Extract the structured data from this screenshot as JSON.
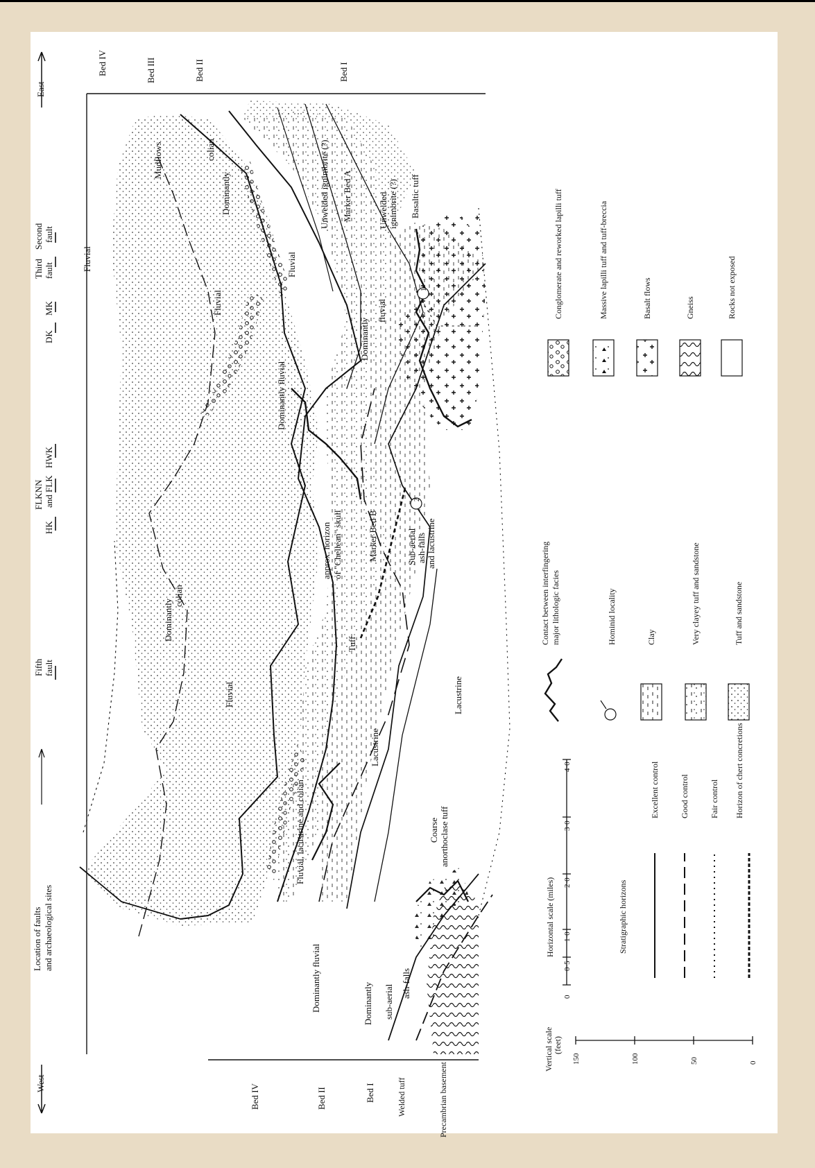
{
  "header": {
    "west_label": "West",
    "east_label": "East",
    "sites_label_1": "Location of faults",
    "sites_label_2": "and archaeological sites"
  },
  "faults": [
    {
      "name": "Fifth",
      "name2": "fault"
    },
    {
      "name": "HK",
      "name2": ""
    },
    {
      "name": "FLKNN",
      "name2": "and FLK"
    },
    {
      "name": "HWK",
      "name2": ""
    },
    {
      "name": "DK",
      "name2": ""
    },
    {
      "name": "MK",
      "name2": ""
    },
    {
      "name": "Third",
      "name2": "fault"
    },
    {
      "name": "Second",
      "name2": "fault"
    }
  ],
  "west_beds": [
    "Bed IV",
    "Bed II",
    "Bed I",
    "Welded tuff",
    "Precambrian basement"
  ],
  "east_beds": [
    "Bed IV",
    "Bed III",
    "Bed II",
    "Bed I"
  ],
  "facies_labels": {
    "fluvial_top": "Fluvial",
    "mudflows": "Mudflows",
    "colian_top": "colian",
    "dominantly_1": "Dominantly",
    "fluvial_2": "Fluvial",
    "dominantly_fluvial_top": "Dominantly fluvial",
    "fluvial_3": "Fluvial",
    "dominantly_2": "Dominantly",
    "fluvial_4": "fluvial",
    "unwelded_ign_1": "Unwelded ignimbrite (?)",
    "marker_bed_a": "Marker Bed A",
    "unwelded_ign_2a": "Unwelded",
    "unwelded_ign_2b": "ignimbrite (?)",
    "basaltic_tuff": "Basaltic tuff",
    "chellean_1": "approx. horizon",
    "chellean_2": "of \"Chellean\" skull",
    "marker_bed_b": "Marker Bed B",
    "subaerial_1": "Sub-aerial",
    "subaerial_2": "ash-falls",
    "subaerial_3": "and lacustrine",
    "dominantly_colian_1": "Dominantly",
    "dominantly_colian_2": "colian",
    "tuff": "Tuff",
    "fluvial_mid": "Fluvial",
    "lacustrine_mid": "Lacustrine",
    "lacustrine_low": "Lacustrine",
    "flc_1": "Fluvial, lacustrine and colian",
    "coarse_1": "Coarse",
    "coarse_2": "anorthoclase tuff",
    "dom_fluvial_west": "Dominantly fluvial",
    "dom_west": "Dominantly",
    "subaerial_west_1": "sub-aerial",
    "subaerial_west_2": "ash-falls",
    "hominid_1": "1",
    "hominid_2": "2"
  },
  "scales": {
    "vertical_title_1": "Vertical scale",
    "vertical_title_2": "(feet)",
    "vertical_ticks": [
      "150",
      "100",
      "50",
      "0"
    ],
    "horizontal_title": "Horizontal scale (miles)",
    "horizontal_ticks": [
      "0",
      "0·5",
      "1·0",
      "2·0",
      "3·0",
      "4·0"
    ]
  },
  "legend": {
    "strat_title": "Stratigraphic horizons",
    "strat_items": [
      "Excellent control",
      "Good control",
      "Fair control",
      "Horizon of chert concretions"
    ],
    "strat_item4_line2": "concretions",
    "mid_items": [
      "Contact between interfingering",
      "major lithologic facies",
      "Hominid locality",
      "Clay",
      "Very clayey tuff and sandstone",
      "Tuff and sandstone"
    ],
    "right_items": [
      "Conglomerate and reworked  lapilli tuff",
      "Massive lapilli tuff  and tuff-breccia",
      "Basalt flows",
      "Gneiss",
      "Rocks not exposed"
    ]
  },
  "colors": {
    "page": "#e9dcc5",
    "sheet": "#ffffff",
    "ink": "#111111"
  }
}
